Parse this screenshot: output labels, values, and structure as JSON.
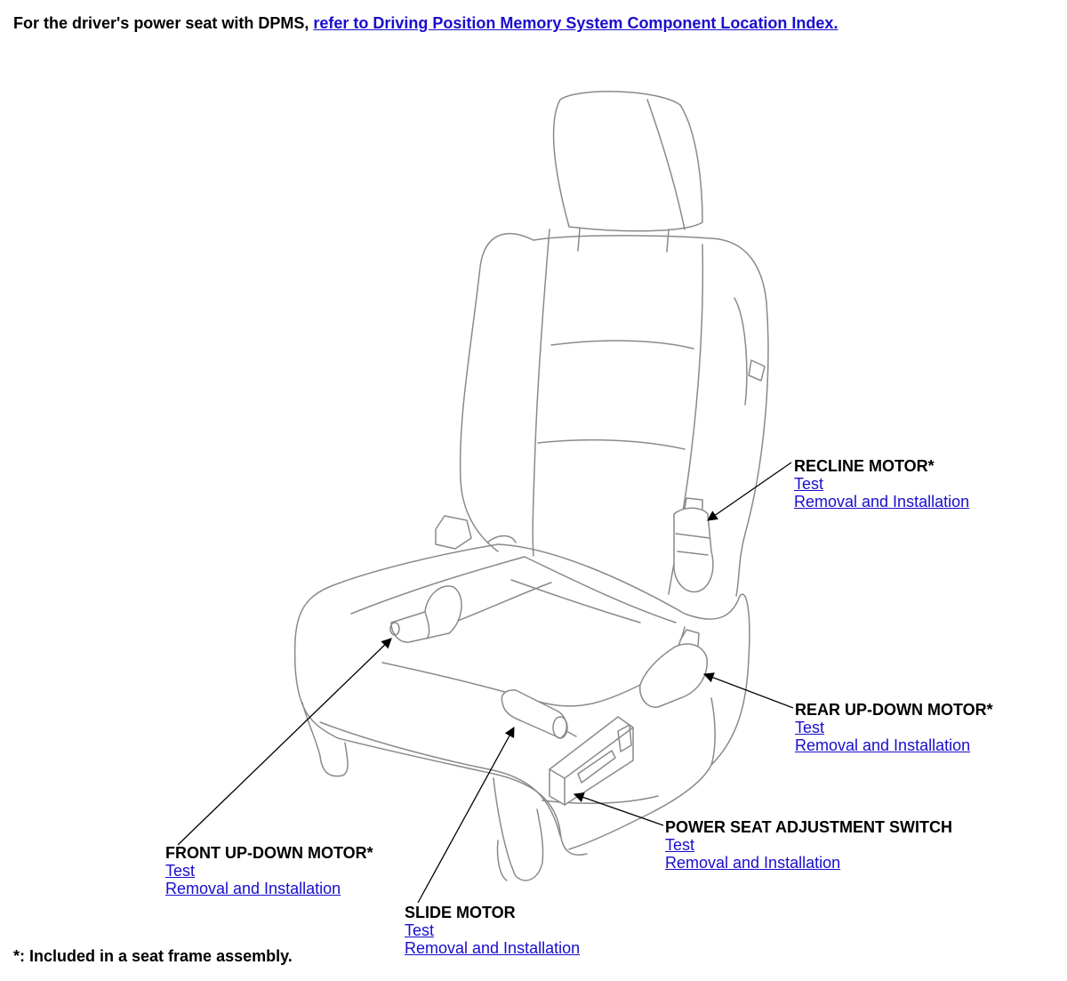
{
  "intro": {
    "text": "For the driver's power seat with DPMS, ",
    "link": "refer to Driving Position Memory System Component Location Index."
  },
  "callouts": {
    "recline": {
      "title": "RECLINE MOTOR*",
      "test": "Test",
      "removal": "Removal and Installation"
    },
    "rear_updown": {
      "title": "REAR UP-DOWN MOTOR*",
      "test": "Test",
      "removal": "Removal and Installation"
    },
    "switch": {
      "title": "POWER SEAT ADJUSTMENT SWITCH",
      "test": "Test",
      "removal": "Removal and Installation"
    },
    "front_updown": {
      "title": "FRONT UP-DOWN MOTOR*",
      "test": "Test",
      "removal": "Removal and Installation"
    },
    "slide": {
      "title": "SLIDE MOTOR",
      "test": "Test",
      "removal": "Removal and Installation"
    }
  },
  "footnote": "*: Included in a seat frame assembly."
}
